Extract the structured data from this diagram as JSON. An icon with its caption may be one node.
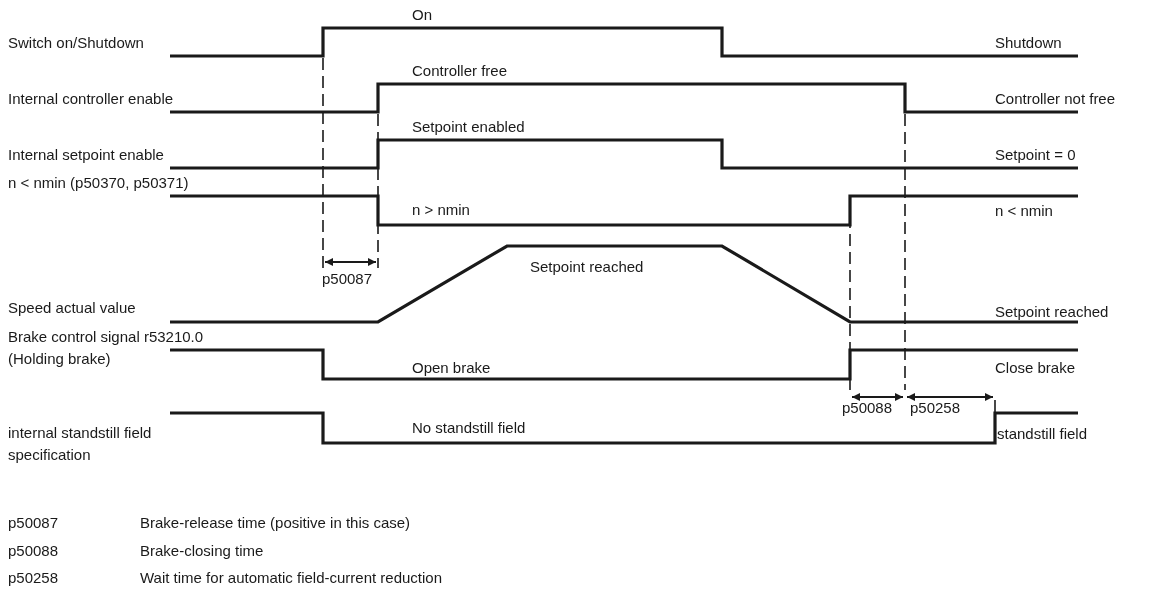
{
  "diagram": {
    "labels": [
      "On",
      "Switch on/Shutdown",
      "Shutdown",
      "Controller free",
      "Internal controller enable",
      "Controller not free",
      "Setpoint enabled",
      "Internal setpoint enable",
      "Setpoint = 0",
      "n < nmin (p50370, p50371)",
      "n > nmin",
      "n < nmin",
      "p50087",
      "Setpoint reached",
      "Speed actual value",
      "Setpoint reached",
      "Brake control signal r53210.0 (Holding brake)",
      "Open brake",
      "Close brake",
      "p50088",
      "p50258",
      "internal standstill field specification",
      "No standstill field",
      "standstill field",
      "p50087",
      "Brake-release time (positive in this case)",
      "p50088",
      "Brake-closing time",
      "p50258",
      "Wait time for automatic field-current reduction"
    ]
  }
}
